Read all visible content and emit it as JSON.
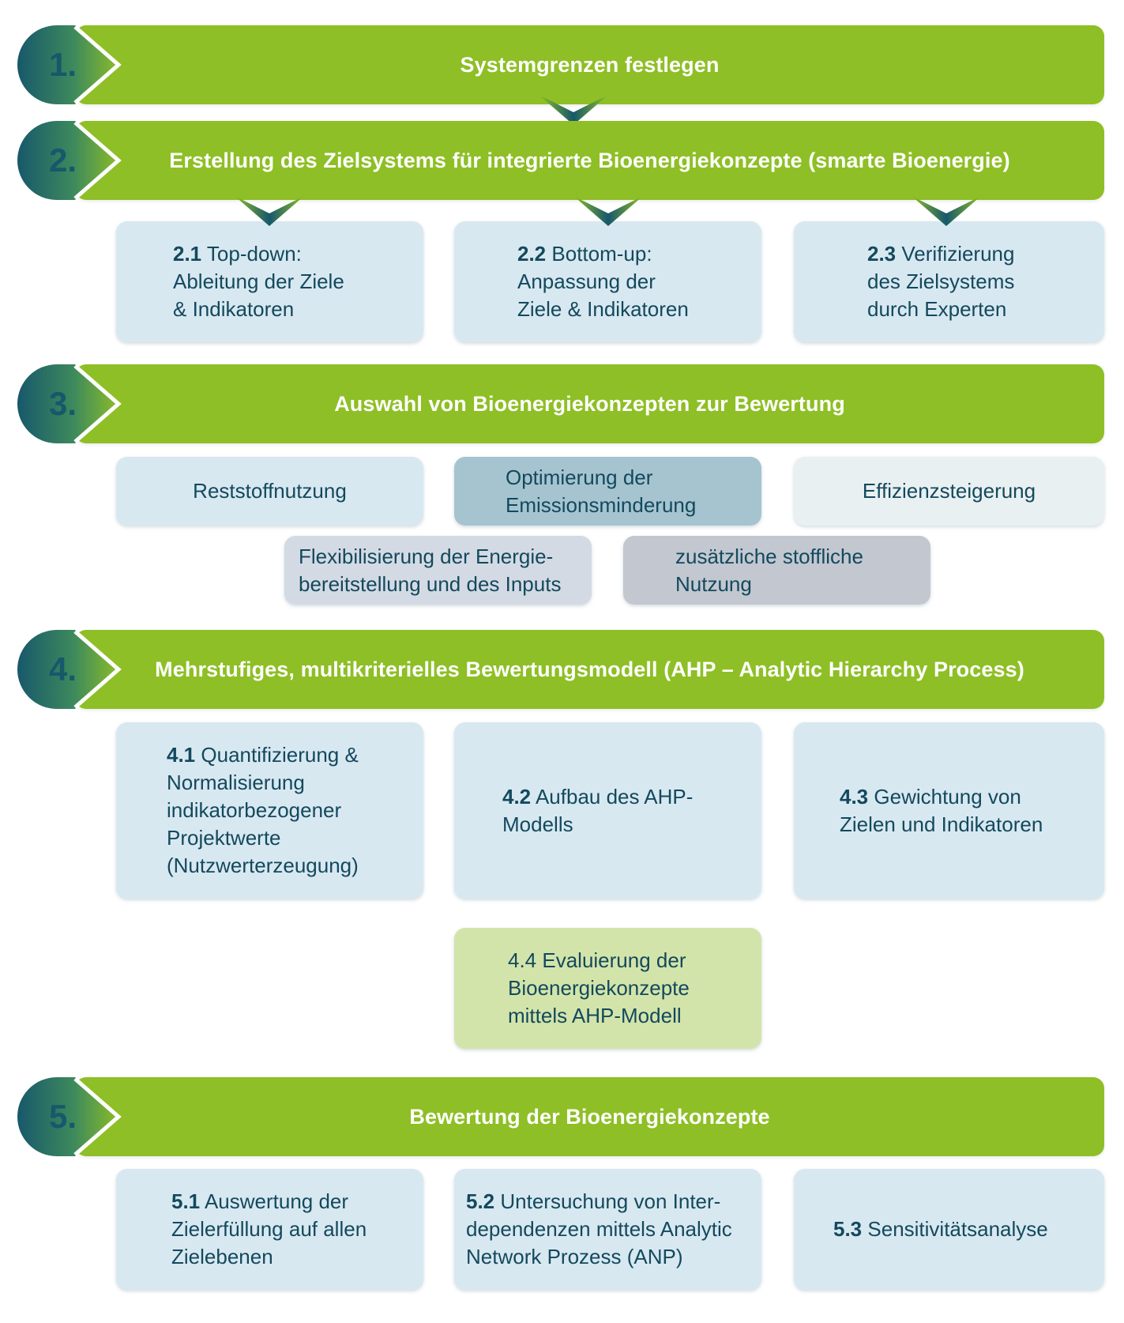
{
  "colors": {
    "banner_green": "#8ebf26",
    "badge_teal": "#17586b",
    "badge_green": "#8ebf26",
    "box_text": "#13495d",
    "box_light_blue": "#d8e8f1",
    "box_mid_blue": "#a6c4d0",
    "box_pale": "#e9f0f1",
    "box_grey_light": "#d4dae4",
    "box_grey": "#c2c7d0",
    "box_green": "#d3e4aa"
  },
  "steps": [
    {
      "number": "1.",
      "title": "Systemgrenzen festlegen"
    },
    {
      "number": "2.",
      "title": "Erstellung des Zielsystems für integrierte Bioenergiekonzepte (smarte Bioenergie)"
    },
    {
      "number": "3.",
      "title": "Auswahl von Bioenergiekonzepten zur Bewertung"
    },
    {
      "number": "4.",
      "title": "Mehrstufiges, multikriterielles Bewertungsmodell (AHP – Analytic Hierarchy Process)"
    },
    {
      "number": "5.",
      "title": "Bewertung der Bioenergiekonzepte"
    }
  ],
  "step2_items": [
    {
      "num": "2.1",
      "lines": [
        "Top-down:",
        "Ableitung der Ziele",
        "& Indikatoren"
      ]
    },
    {
      "num": "2.2",
      "lines": [
        "Bottom-up:",
        "Anpassung der",
        "Ziele & Indikatoren"
      ]
    },
    {
      "num": "2.3",
      "lines": [
        "Verifizierung",
        "des Zielsystems",
        "durch Experten"
      ]
    }
  ],
  "step3_items": [
    {
      "lines": [
        "Reststoffnutzung"
      ]
    },
    {
      "lines": [
        "Optimierung der",
        "Emissionsminderung"
      ]
    },
    {
      "lines": [
        "Effizienzsteigerung"
      ]
    },
    {
      "lines": [
        "Flexibilisierung der Energie-",
        "bereitstellung und des Inputs"
      ]
    },
    {
      "lines": [
        "zusätzliche stoffliche",
        "Nutzung"
      ]
    }
  ],
  "step4_items": [
    {
      "num": "4.1",
      "lines": [
        "Quantifizierung &",
        "Normalisierung",
        "indikatorbezogener",
        "Projektwerte",
        "(Nutzwerterzeugung)"
      ]
    },
    {
      "num": "4.2",
      "lines": [
        "Aufbau des AHP-",
        "Modells"
      ]
    },
    {
      "num": "4.3",
      "lines": [
        "Gewichtung von",
        "Zielen und Indikatoren"
      ]
    },
    {
      "num": "",
      "lines": [
        "4.4 Evaluierung der",
        "Bioenergiekonzepte",
        "mittels AHP-Modell"
      ]
    }
  ],
  "step5_items": [
    {
      "num": "5.1",
      "lines": [
        "Auswertung der",
        "Zielerfüllung auf allen",
        "Zielebenen"
      ]
    },
    {
      "num": "5.2",
      "lines": [
        "Untersuchung von Inter-",
        "dependenzen mittels Analytic",
        "Network Prozess (ANP)"
      ]
    },
    {
      "num": "5.3",
      "lines": [
        "Sensitivitätsanalyse"
      ]
    }
  ]
}
